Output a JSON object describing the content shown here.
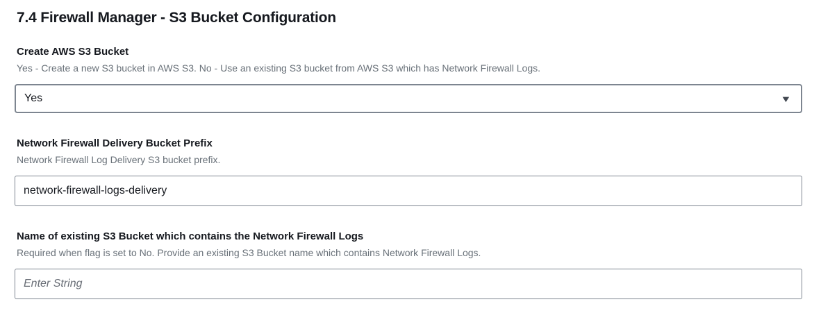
{
  "page": {
    "title": "7.4 Firewall Manager - S3 Bucket Configuration"
  },
  "fields": [
    {
      "label": "Create AWS S3 Bucket",
      "description": "Yes - Create a new S3 bucket in AWS S3. No - Use an existing S3 bucket from AWS S3 which has Network Firewall Logs.",
      "type": "select",
      "value": "Yes"
    },
    {
      "label": "Network Firewall Delivery Bucket Prefix",
      "description": "Network Firewall Log Delivery S3 bucket prefix.",
      "type": "text",
      "value": "network-firewall-logs-delivery"
    },
    {
      "label": "Name of existing S3 Bucket which contains the Network Firewall Logs",
      "description": "Required when flag is set to No. Provide an existing S3 Bucket name which contains Network Firewall Logs.",
      "type": "text",
      "value": "",
      "placeholder": "Enter String"
    }
  ],
  "icons": {
    "dropdown_arrow": "▼"
  },
  "colors": {
    "text_primary": "#16191f",
    "text_secondary": "#687078",
    "input_border": "#7d8590",
    "background": "#ffffff"
  }
}
